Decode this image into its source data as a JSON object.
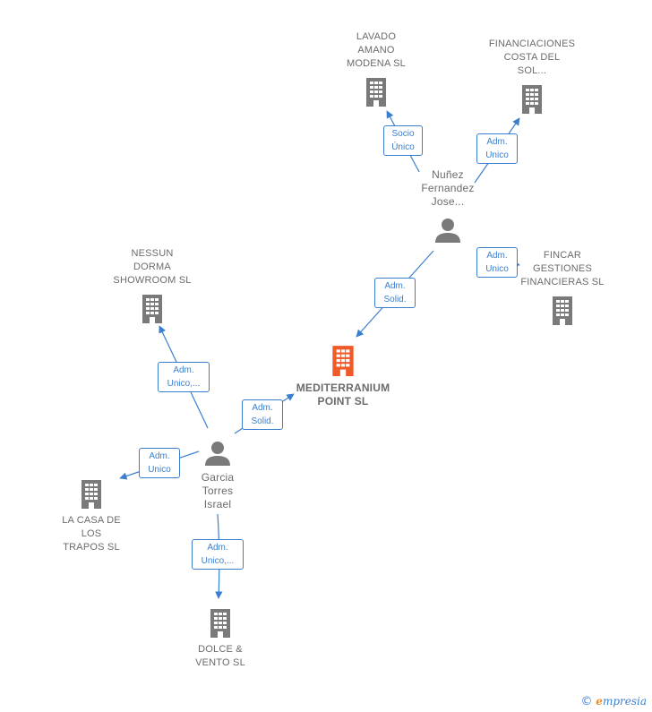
{
  "colors": {
    "edge": "#3a7fcf",
    "company": "#7a7a7a",
    "main_company": "#f05a28",
    "person": "#7a7a7a"
  },
  "companies": {
    "main": {
      "label": "MEDITERRANIUM\nPOINT  SL",
      "icon": "building-icon"
    },
    "lavado": {
      "label": "LAVADO\nAMANO\nMODENA SL",
      "icon": "building-icon"
    },
    "financiaciones": {
      "label": "FINANCIACIONES\nCOSTA DEL\nSOL...",
      "icon": "building-icon"
    },
    "fincar": {
      "label": "FINCAR\nGESTIONES\nFINANCIERAS SL",
      "icon": "building-icon"
    },
    "nessun": {
      "label": "NESSUN\nDORMA\nSHOWROOM SL",
      "icon": "building-icon"
    },
    "lacasa": {
      "label": "LA CASA DE\nLOS\nTRAPOS SL",
      "icon": "building-icon"
    },
    "dolce": {
      "label": "DOLCE &\nVENTO  SL",
      "icon": "building-icon"
    }
  },
  "persons": {
    "nunez": {
      "label": "Nuñez\nFernandez\nJose...",
      "icon": "person-icon"
    },
    "garcia": {
      "label": "Garcia\nTorres\nIsrael",
      "icon": "person-icon"
    }
  },
  "edges": {
    "nunez_lavado": "Socio\nÚnico",
    "nunez_financiaciones": "Adm.\nUnico",
    "nunez_fincar": "Adm.\nUnico",
    "nunez_main": "Adm.\nSolid.",
    "garcia_main": "Adm.\nSolid.",
    "garcia_nessun": "Adm.\nUnico,...",
    "garcia_lacasa": "Adm.\nUnico",
    "garcia_dolce": "Adm.\nUnico,..."
  },
  "footer": {
    "copyright": "©",
    "brand_first": "e",
    "brand_rest": "mpresia"
  }
}
